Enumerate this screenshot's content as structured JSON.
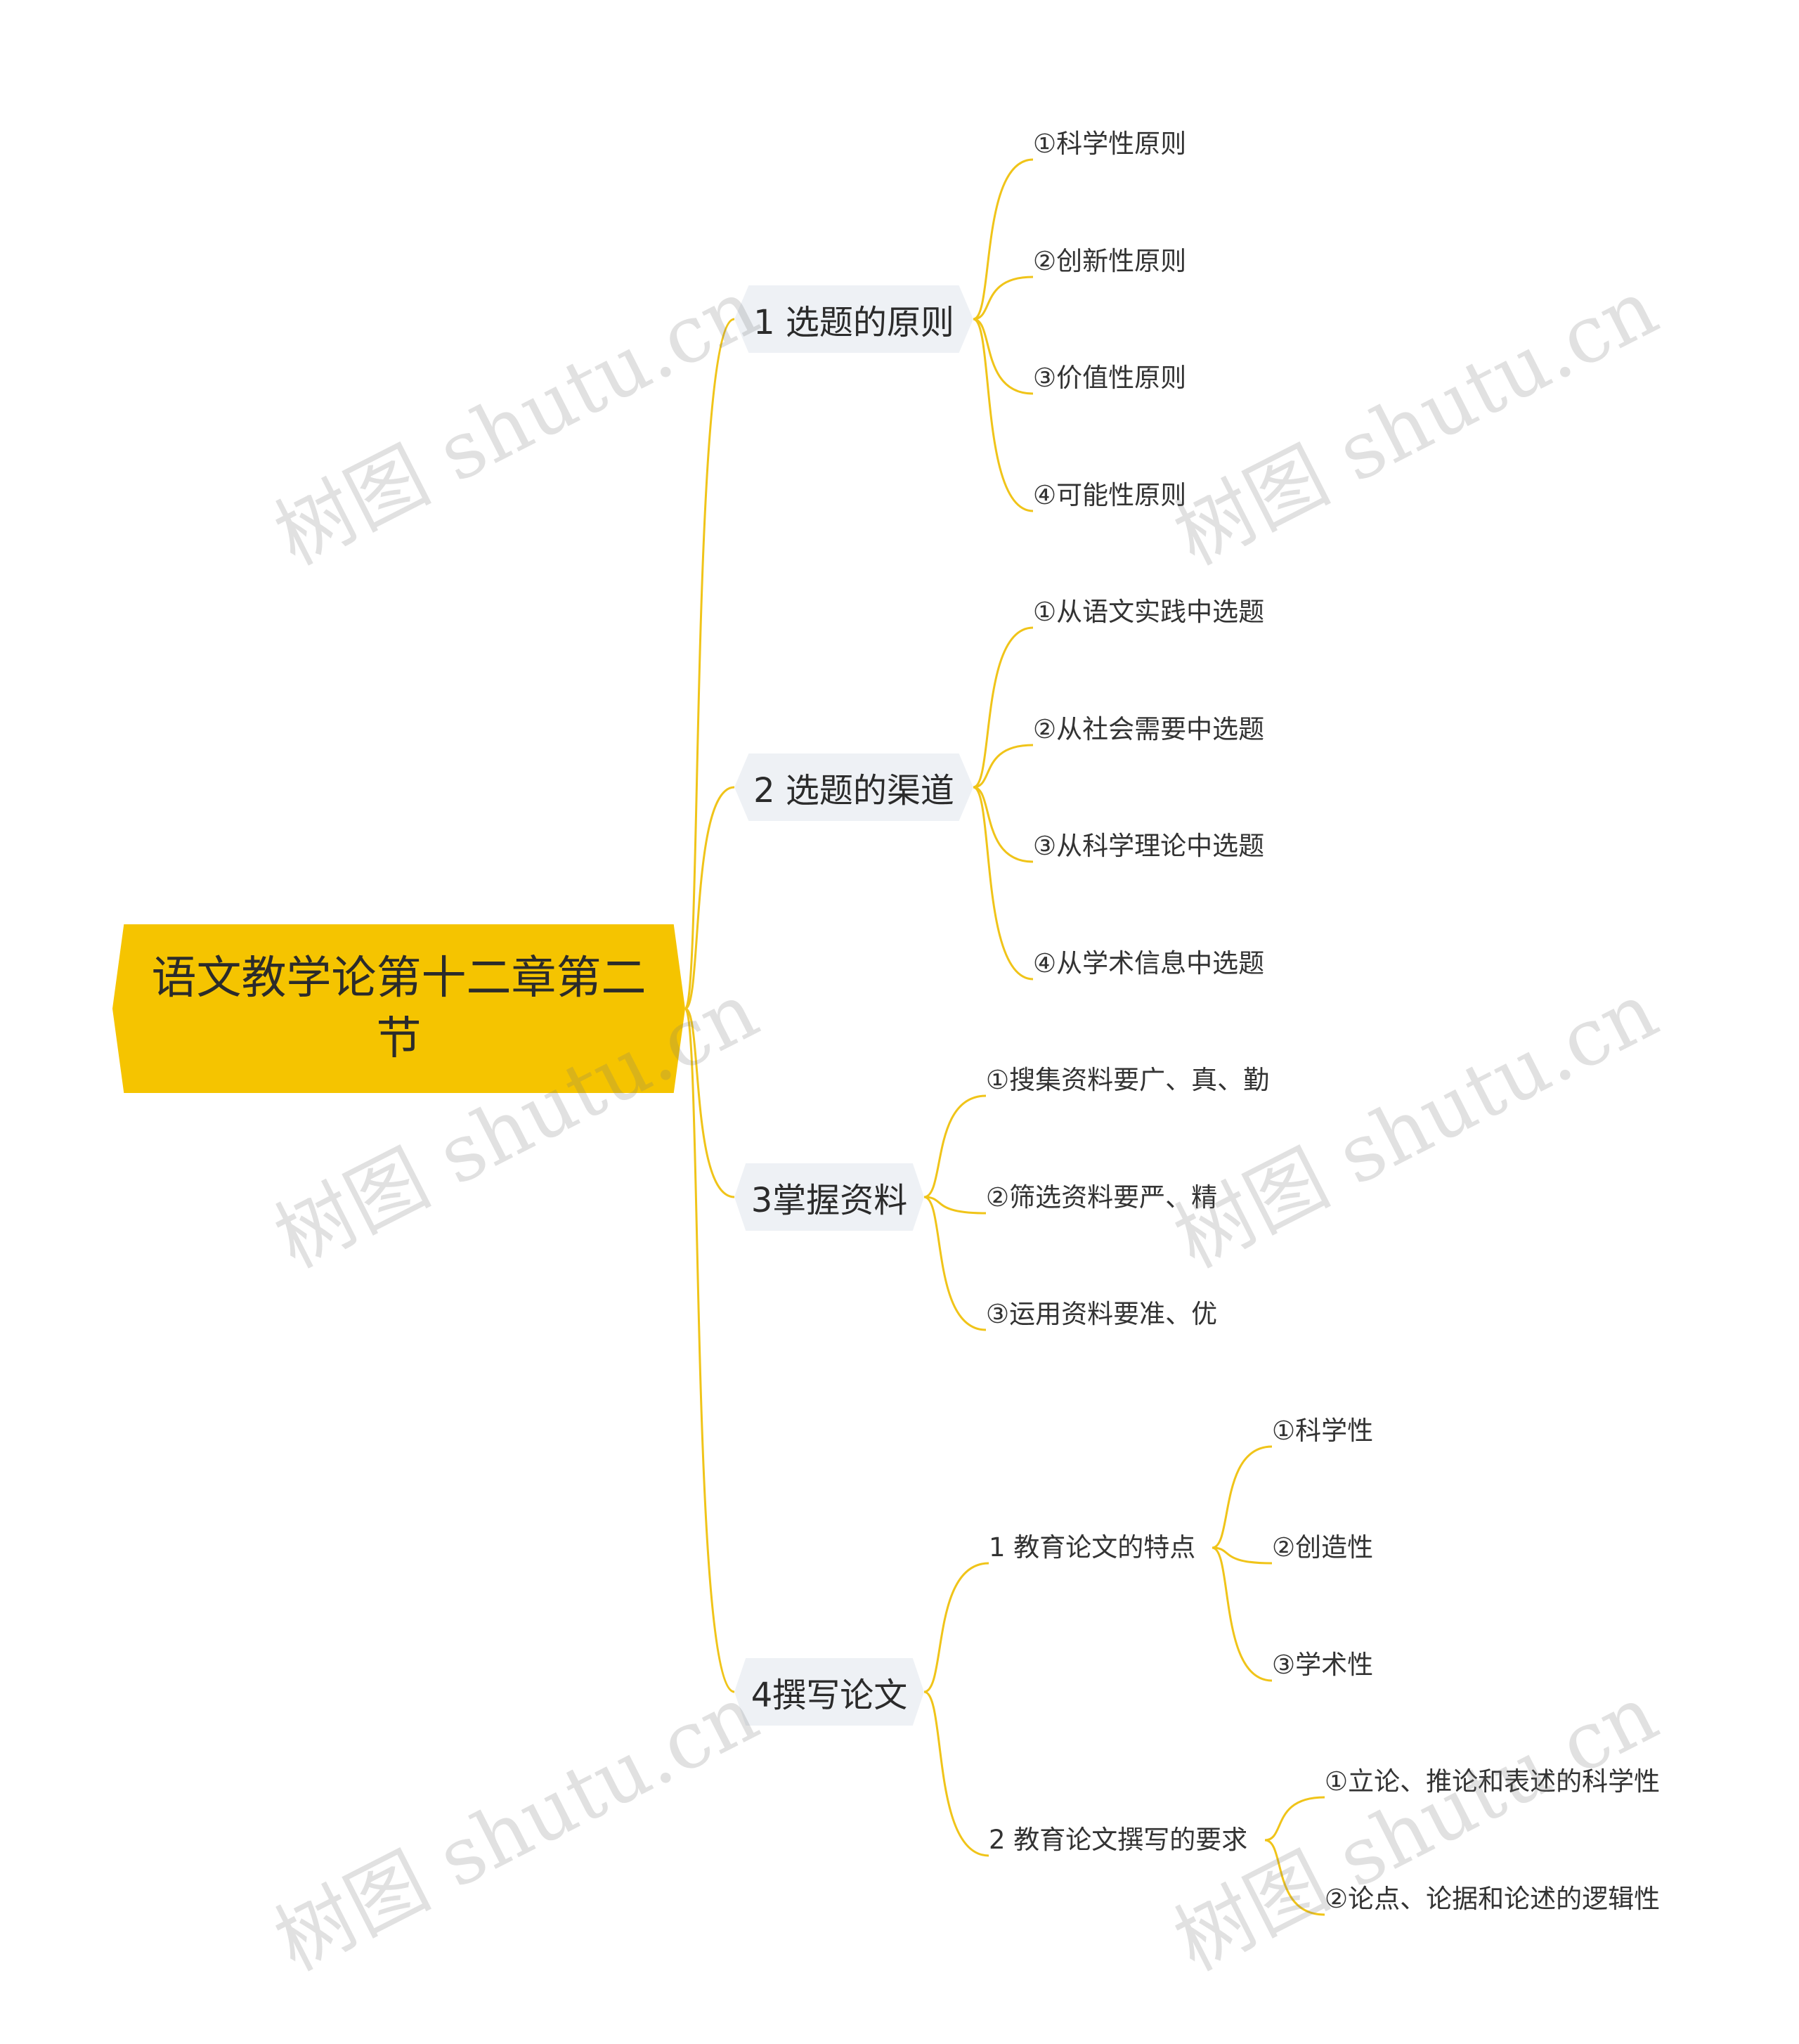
{
  "root": {
    "title": "语文教学论第十二章第二节"
  },
  "branches": [
    {
      "label": "1 选题的原则",
      "children": [
        "①科学性原则",
        "②创新性原则",
        "③价值性原则",
        "④可能性原则"
      ]
    },
    {
      "label": "2 选题的渠道",
      "children": [
        "①从语文实践中选题",
        "②从社会需要中选题",
        "③从科学理论中选题",
        "④从学术信息中选题"
      ]
    },
    {
      "label": "3掌握资料",
      "children": [
        "①搜集资料要广、真、勤",
        "②筛选资料要严、精",
        "③运用资料要准、优"
      ]
    },
    {
      "label": "4撰写论文",
      "subs": [
        {
          "label": "1 教育论文的特点",
          "children": [
            "①科学性",
            "②创造性",
            "③学术性"
          ]
        },
        {
          "label": "2 教育论文撰写的要求",
          "children": [
            "①立论、推论和表述的科学性",
            "②论点、论据和论述的逻辑性"
          ]
        }
      ]
    }
  ],
  "watermark": "树图 shutu.cn",
  "colors": {
    "root": "#f5c400",
    "branch_bg": "#eef1f5",
    "link": "#f0c419"
  }
}
